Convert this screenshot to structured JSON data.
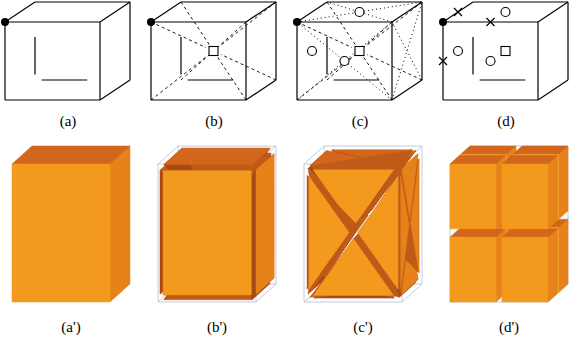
{
  "diagram": {
    "labels": [
      "(a)",
      "(b)",
      "(c)",
      "(d)",
      "(a')",
      "(b')",
      "(c')",
      "(d')"
    ]
  }
}
